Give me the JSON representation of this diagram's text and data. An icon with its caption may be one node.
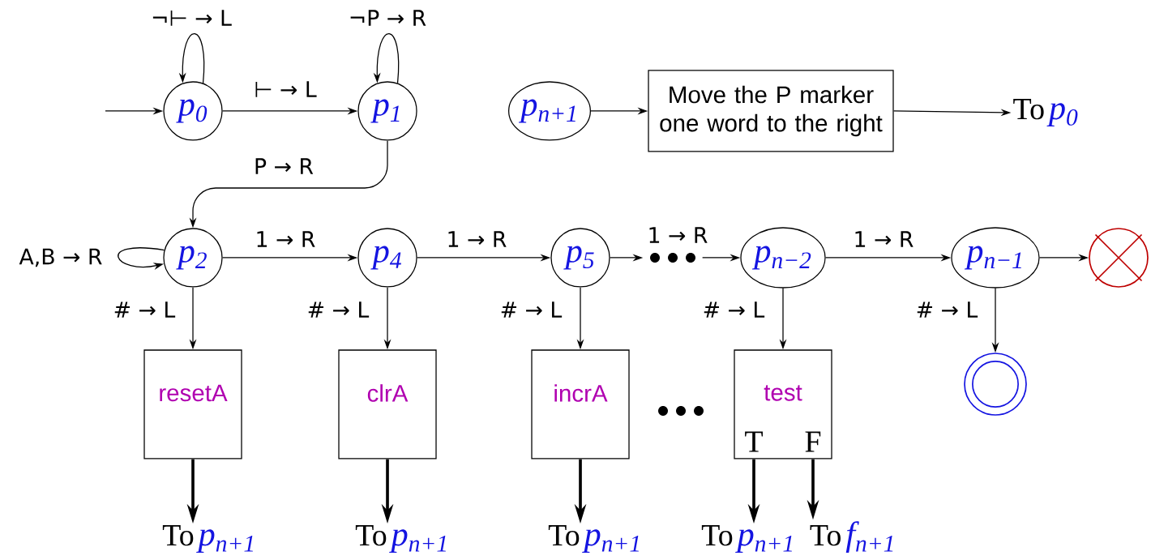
{
  "diagram": {
    "nodes": [
      {
        "text": [
          "p$_{0}$"
        ]
      },
      {
        "text": [
          "p$_{1}$"
        ]
      },
      {
        "text": [
          "p$_{n+1}$"
        ]
      },
      {
        "text": [
          "Move the P marker one word to the right"
        ]
      },
      {
        "text": [
          "To",
          "p$_{0}$"
        ]
      },
      {
        "text": [
          "p$_{2}$"
        ]
      },
      {
        "text": [
          "p$_{4}$"
        ]
      },
      {
        "text": [
          "p$_{5}$"
        ]
      },
      {
        "text": [],
        "shape": "dots"
      },
      {
        "text": [
          "p$_{n−2}$"
        ]
      },
      {
        "text": [
          "p$_{n−1}$"
        ]
      },
      {
        "text": [],
        "shape": "circle"
      },
      {
        "text": [
          "resetA"
        ]
      },
      {
        "text": [
          "clrA"
        ]
      },
      {
        "text": [
          "incrA"
        ]
      },
      {
        "text": [
          "test",
          "T",
          "F"
        ]
      },
      {
        "text": [],
        "shape": "circle"
      },
      {
        "text": [
          "To",
          "p$_{n+1}$"
        ]
      },
      {
        "text": [
          "To",
          "p$_{n+1}$"
        ]
      },
      {
        "text": [
          "To",
          "p$_{n+1}$"
        ]
      },
      {
        "text": [
          "To",
          "p$_{n+1}$"
        ]
      },
      {
        "text": [
          "To",
          "f$_{n+1}$"
        ]
      }
    ],
    "edges": [
      {
        "from": null,
        "to": 0,
        "arrow": "to"
      },
      {
        "from": 0,
        "to": 0,
        "arrow": "to",
        "label": "¬⊢ → L"
      },
      {
        "from": 0,
        "to": 1,
        "arrow": "to",
        "label": "⊢ → L"
      },
      {
        "from": 1,
        "to": 1,
        "arrow": "to",
        "label": "¬P → R"
      },
      {
        "from": 1,
        "to": 5,
        "arrow": "to",
        "label": "P → R"
      },
      {
        "from": 2,
        "to": 3,
        "arrow": "to"
      },
      {
        "from": 3,
        "to": 4,
        "arrow": "to"
      },
      {
        "from": 5,
        "to": 5,
        "arrow": "to",
        "label": "A,B → R"
      },
      {
        "from": 5,
        "to": 6,
        "arrow": "to",
        "label": "1 → R"
      },
      {
        "from": 6,
        "to": 7,
        "arrow": "to",
        "label": "1 → R"
      },
      {
        "from": 7,
        "to": 8,
        "arrow": "to",
        "label": "1 → R"
      },
      {
        "from": 8,
        "to": 9,
        "arrow": "to"
      },
      {
        "from": 9,
        "to": 10,
        "arrow": "to",
        "label": "1 → R"
      },
      {
        "from": 10,
        "to": 11,
        "arrow": "to"
      },
      {
        "from": 5,
        "to": 12,
        "arrow": "to",
        "label": "# → L"
      },
      {
        "from": 6,
        "to": 13,
        "arrow": "to",
        "label": "# → L"
      },
      {
        "from": 7,
        "to": 14,
        "arrow": "to",
        "label": "# → L"
      },
      {
        "from": 9,
        "to": 15,
        "arrow": "to",
        "label": "# → L"
      },
      {
        "from": 10,
        "to": 16,
        "arrow": "to",
        "label": "# → L"
      },
      {
        "from": 12,
        "to": 17,
        "arrow": "to",
        "style": "thick"
      },
      {
        "from": 13,
        "to": 18,
        "arrow": "to",
        "style": "thick"
      },
      {
        "from": 14,
        "to": 19,
        "arrow": "to",
        "style": "thick"
      },
      {
        "from": 15,
        "to": 20,
        "arrow": "to",
        "style": "thick"
      },
      {
        "from": 15,
        "to": 21,
        "arrow": "to",
        "style": "thick"
      }
    ]
  }
}
